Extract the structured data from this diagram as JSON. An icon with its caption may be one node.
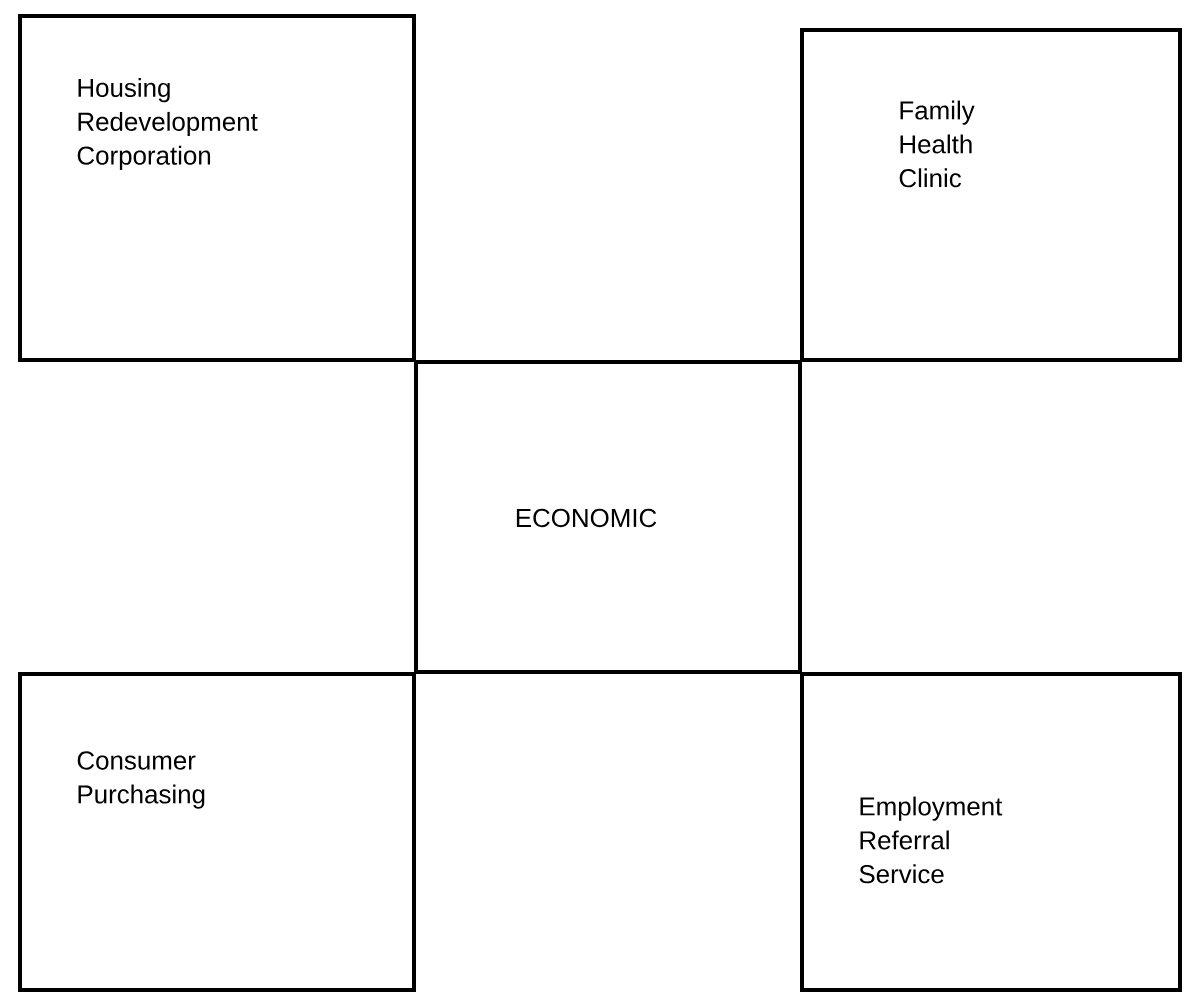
{
  "diagram": {
    "nodes": [
      {
        "text": [
          "Housing Redevelopment Corporation"
        ]
      },
      {
        "text": [
          "Family Health Clinic"
        ]
      },
      {
        "text": [
          "Consumer Purchasing"
        ]
      },
      {
        "text": [
          "Employment Referral Service"
        ]
      }
    ],
    "edges": [
      {
        "from": 0,
        "to": 1,
        "arrow": "none"
      },
      {
        "from": 0,
        "to": 2,
        "arrow": "none"
      },
      {
        "from": 1,
        "to": 3,
        "arrow": "none"
      },
      {
        "from": 2,
        "to": 3,
        "arrow": "none"
      }
    ],
    "labels": [
      "ECONOMIC"
    ]
  }
}
